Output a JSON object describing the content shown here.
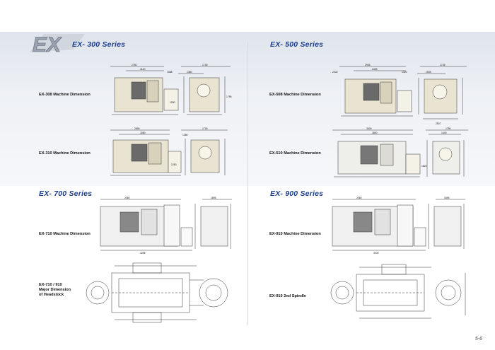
{
  "logo_text": "EX",
  "sections": {
    "s300": {
      "title": "EX- 300 Series"
    },
    "s500": {
      "title": "EX- 500 Series"
    },
    "s700": {
      "title": "EX- 700 Series"
    },
    "s900": {
      "title": "EX- 900 Series"
    }
  },
  "labels": {
    "ex308": "EX-308 Machine Dimension",
    "ex310": "EX-310 Machine Dimension",
    "ex508": "EX-508 Machine Dimension",
    "ex510": "EX-510 Machine Dimension",
    "ex710": "EX-710 Machine Dimension",
    "ex910": "EX-910 Machine Dimension",
    "headstock_l1": "EX-710 / 910",
    "headstock_l2": "Major Dimension",
    "headstock_l3": "of Headstock",
    "ex910_spindle": "EX-910 2nd Spindle"
  },
  "dims": {
    "d308": [
      "2760",
      "3140",
      "1088",
      "1745",
      "1380",
      "1250",
      "1795"
    ],
    "d508": [
      "2935",
      "2435",
      "1320",
      "1045",
      "1745",
      "2032",
      "2507"
    ],
    "d310": [
      "2895",
      "3080",
      "1250",
      "1380",
      "1745"
    ],
    "d510": [
      "3400",
      "3800",
      "1820",
      "1440",
      "1790"
    ],
    "d710": [
      "2060",
      "3265",
      "1895"
    ],
    "d910": [
      "2060",
      "3400",
      "1895"
    ]
  },
  "page_number": "5-6",
  "colors": {
    "series_title": "#1c3f8c",
    "band": "#e6eaf0"
  }
}
